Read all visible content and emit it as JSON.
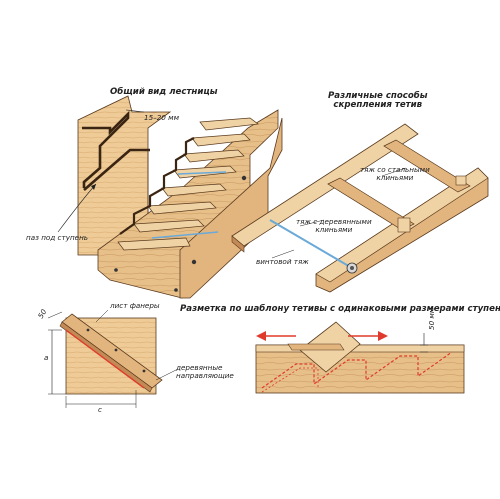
{
  "titles": {
    "general_view": "Общий вид лестницы",
    "fastening": [
      "Различные способы",
      "скрепления тетив"
    ],
    "template": "Разметка по шаблону тетивы с одинаковыми размерами ступеней"
  },
  "labels": {
    "dim_15_20": "15–20 мм",
    "step_groove": "паз под ступень",
    "steel_wedges": [
      "тяж со стальными",
      "клиньями"
    ],
    "wooden_wedges": [
      "тяж с деревянными",
      "клиньями"
    ],
    "screw_rod": "винтовой тяж",
    "plywood": "лист фанеры",
    "guides": [
      "деревянные",
      "направляющие"
    ],
    "dim_50_left": "50",
    "dim_a": "a",
    "dim_c": "c",
    "dim_50_right": "50 мм"
  },
  "colors": {
    "wood_light": "#f0d3a4",
    "wood_mid": "#e3b57e",
    "wood_dark": "#c48a55",
    "outline": "#5a3a1e",
    "rod_blue": "#6aa9d8",
    "mark_red": "#e03a2c"
  }
}
